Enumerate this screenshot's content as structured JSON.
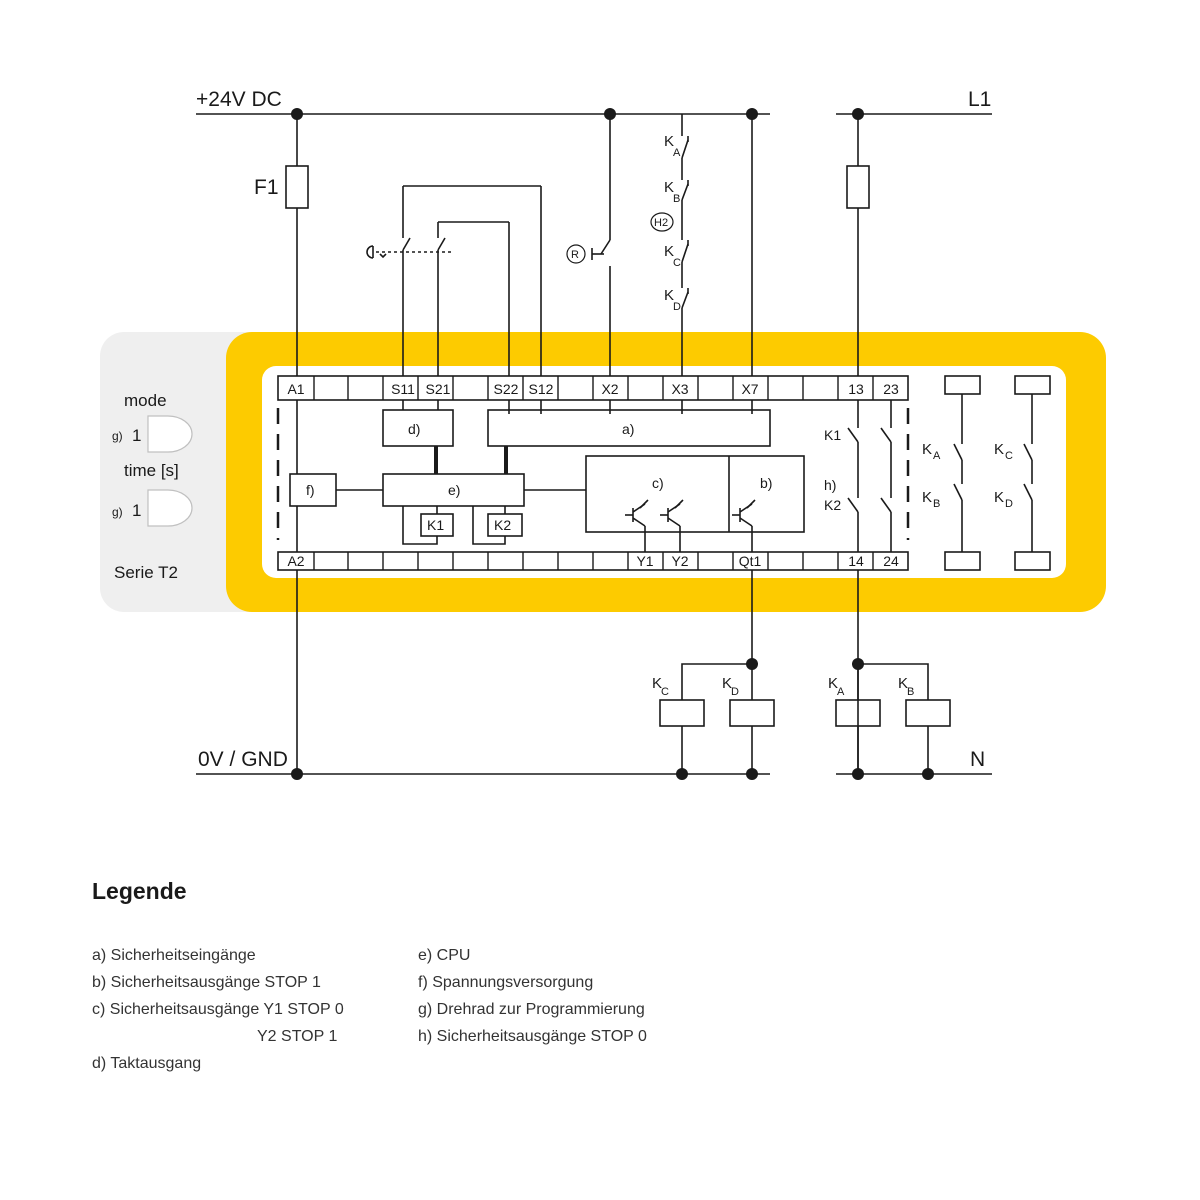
{
  "rails": {
    "supply_plus": "+24V DC",
    "supply_l1": "L1",
    "ground": "0V / GND",
    "neutral": "N"
  },
  "fuse_label": "F1",
  "device_side": {
    "mode_label": "mode",
    "mode_g": "g)",
    "mode_value": "1",
    "time_label": "time [s]",
    "time_g": "g)",
    "time_value": "1",
    "series": "Serie T2"
  },
  "terminals_top": [
    "A1",
    "S11",
    "S21",
    "S22",
    "S12",
    "X2",
    "X3",
    "X7",
    "13",
    "23"
  ],
  "terminals_bottom": [
    "A2",
    "Y1",
    "Y2",
    "Qt1",
    "14",
    "24"
  ],
  "blocks": {
    "a": "a)",
    "b": "b)",
    "c": "c)",
    "d": "d)",
    "e": "e)",
    "f": "f)",
    "h": "h)",
    "k1": "K1",
    "k2": "K2"
  },
  "switch_labels": {
    "k1": "K1",
    "k2": "K2",
    "ka": "K",
    "ka_sub": "A",
    "kb": "K",
    "kb_sub": "B",
    "kc": "K",
    "kc_sub": "C",
    "kd": "K",
    "kd_sub": "D",
    "h2": "H2",
    "r": "R"
  },
  "coils": [
    {
      "main": "K",
      "sub": "C"
    },
    {
      "main": "K",
      "sub": "D"
    },
    {
      "main": "K",
      "sub": "A"
    },
    {
      "main": "K",
      "sub": "B"
    }
  ],
  "colors": {
    "housing_yellow": "#FDCB00",
    "panel_grey": "#EFEFEF",
    "line": "#1a1a1a"
  },
  "legend": {
    "title": "Legende",
    "left": [
      "a) Sicherheitseingänge",
      "b) Sicherheitsausgänge STOP 1",
      "c) Sicherheitsausgänge Y1 STOP 0",
      "Y2 STOP 1",
      "d) Taktausgang"
    ],
    "right": [
      "e) CPU",
      "f) Spannungsversorgung",
      "g) Drehrad zur Programmierung",
      "h) Sicherheitsausgänge STOP 0"
    ]
  }
}
